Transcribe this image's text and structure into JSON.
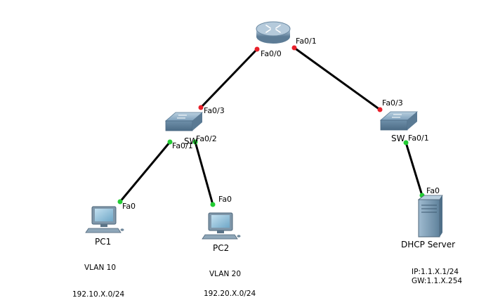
{
  "devices": {
    "router": {
      "label": ""
    },
    "sw_left": {
      "label": "SW"
    },
    "sw_right": {
      "label": "SW"
    },
    "pc1": {
      "label": "PC1"
    },
    "pc2": {
      "label": "PC2"
    },
    "server": {
      "label": "DHCP Server"
    }
  },
  "ports": {
    "router_fa00": "Fa0/0",
    "router_fa01": "Fa0/1",
    "swl_fa03": "Fa0/3",
    "swl_fa01": "Fa0/1",
    "swl_fa02": "Fa0/2",
    "swr_fa03": "Fa0/3",
    "swr_fa01": "Fa0/1",
    "pc1_fa0": "Fa0",
    "pc2_fa0": "Fa0",
    "server_fa0": "Fa0"
  },
  "notes": {
    "vlan10": "VLAN 10",
    "vlan20": "VLAN 20",
    "net10": "192.10.X.0/24",
    "net20": "192.20.X.0/24",
    "server_ip": "IP:1.1.X.1/24",
    "server_gw": "GW:1.1.X.254"
  },
  "colors": {
    "link_down": "#e8202a",
    "link_up": "#22cc33",
    "cable": "#000000"
  }
}
